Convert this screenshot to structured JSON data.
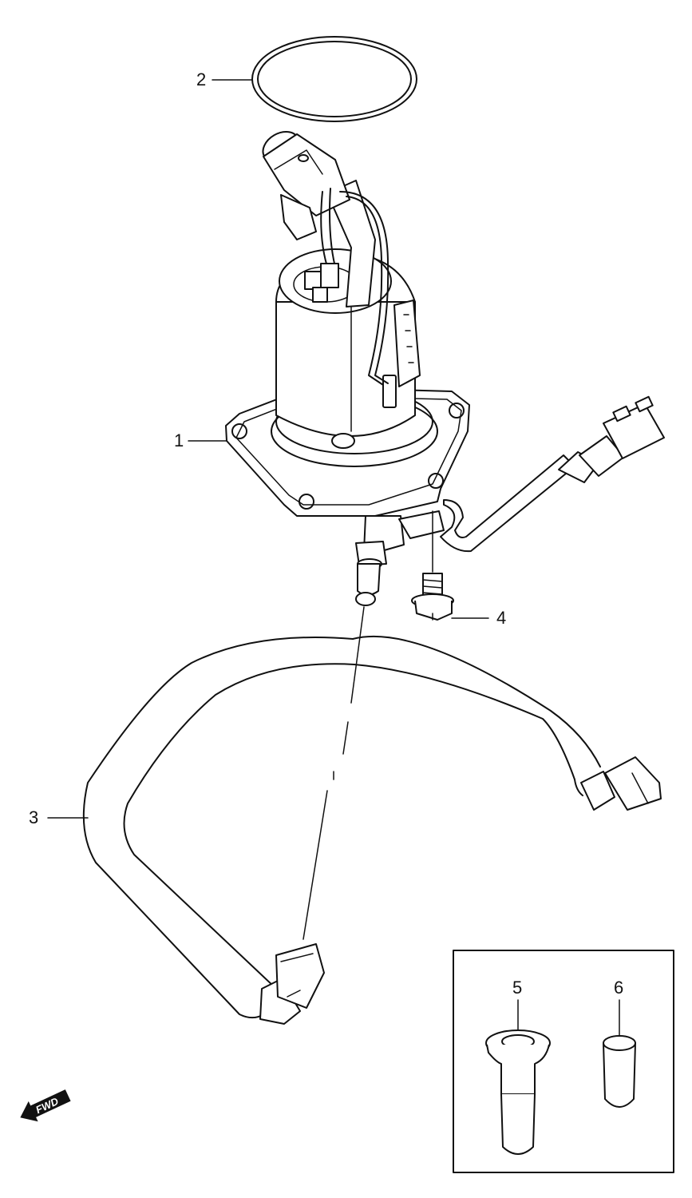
{
  "callouts": {
    "c1": "1",
    "c2": "2",
    "c3": "3",
    "c4": "4",
    "c5": "5",
    "c6": "6"
  },
  "direction_marker": {
    "text": "FWD",
    "icon": "forward-arrow-icon"
  }
}
